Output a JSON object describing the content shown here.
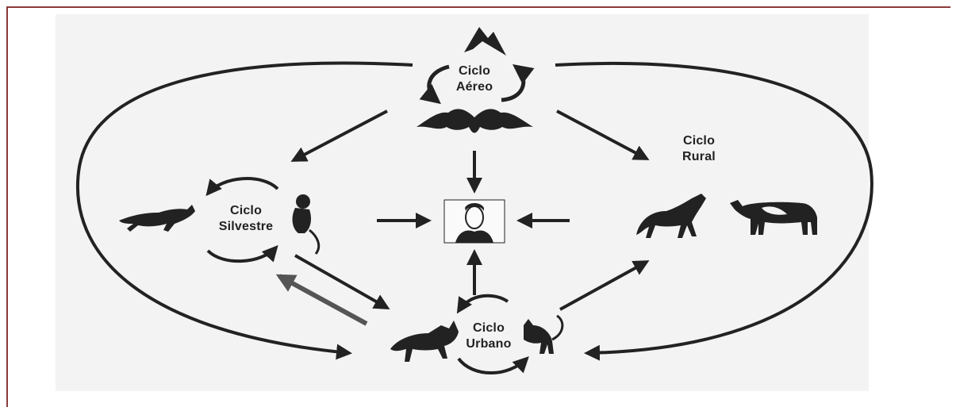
{
  "cycles": {
    "aereo": {
      "line1": "Ciclo",
      "line2": "Aéreo"
    },
    "rural": {
      "line1": "Ciclo",
      "line2": "Rural"
    },
    "silvestre": {
      "line1": "Ciclo",
      "line2": "Silvestre"
    },
    "urbano": {
      "line1": "Ciclo",
      "line2": "Urbano"
    }
  },
  "icons": {
    "aereo": [
      "mountain-icon",
      "bat-icon"
    ],
    "rural": [
      "horse-icon",
      "cow-icon"
    ],
    "silvestre": [
      "fox-icon",
      "monkey-icon"
    ],
    "urbano": [
      "dog-icon",
      "cat-icon"
    ],
    "center": "human-icon"
  },
  "colors": {
    "frame": "#8b3a3a",
    "ink": "#222222",
    "highlight_arrow": "#555555"
  }
}
